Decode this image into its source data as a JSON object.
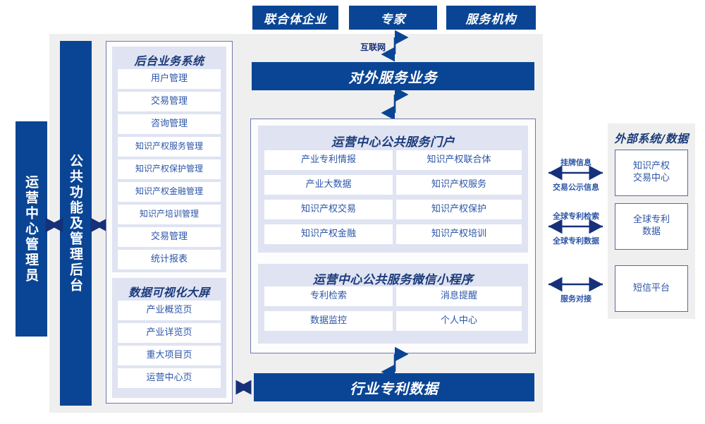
{
  "top_actors": [
    {
      "label": "联合体企业"
    },
    {
      "label": "专家"
    },
    {
      "label": "服务机构"
    }
  ],
  "connectors": {
    "internet_label": "互联网",
    "external_links": [
      {
        "above": "挂牌信息",
        "below": "交易公示信息"
      },
      {
        "above": "全球专利检索",
        "below": "全球专利数据"
      },
      {
        "above": "",
        "below": "服务对接"
      }
    ]
  },
  "external_panel": {
    "title": "外部系统/数据",
    "boxes": [
      {
        "label": "知识产权\n交易中心",
        "line1": "知识产权",
        "line2": "交易中心"
      },
      {
        "label": "全球专利\n数据",
        "line1": "全球专利",
        "line2": "数据"
      },
      {
        "label": "短信平台",
        "line1": "短信平台",
        "line2": ""
      }
    ]
  },
  "left_bars": [
    {
      "label": "运营中心管理员"
    },
    {
      "label": "公共功能及管理后台"
    }
  ],
  "backstage": {
    "sections": [
      {
        "title": "后台业务系统",
        "items": [
          "用户管理",
          "交易管理",
          "咨询管理",
          "知识产权服务管理",
          "知识产权保护管理",
          "知识产权金融管理",
          "知识产培训管理",
          "交易管理",
          "统计报表"
        ]
      },
      {
        "title": "数据可视化大屏",
        "items": [
          "产业概览页",
          "产业详览页",
          "重大项目页",
          "运营中心页"
        ]
      }
    ]
  },
  "service_bar": {
    "label": "对外服务业务"
  },
  "portal": {
    "title": "运营中心公共服务门户",
    "cells": [
      "产业专利情报",
      "知识产权联合体",
      "产业大数据",
      "知识产权服务",
      "知识产权交易",
      "知识产权保护",
      "知识产权金融",
      "知识产权培训"
    ]
  },
  "miniprogram": {
    "title": "运营中心公共服务微信小程序",
    "cells": [
      "专利检索",
      "消息提醒",
      "数据监控",
      "个人中心"
    ]
  },
  "data_bar": {
    "label": "行业专利数据"
  },
  "colors": {
    "brand_blue": "#0a4595",
    "accent_blue": "#2b55a8",
    "panel_gray": "#efefef",
    "group_lavender": "#dfe3f2",
    "border_violet": "#6d78ab"
  }
}
